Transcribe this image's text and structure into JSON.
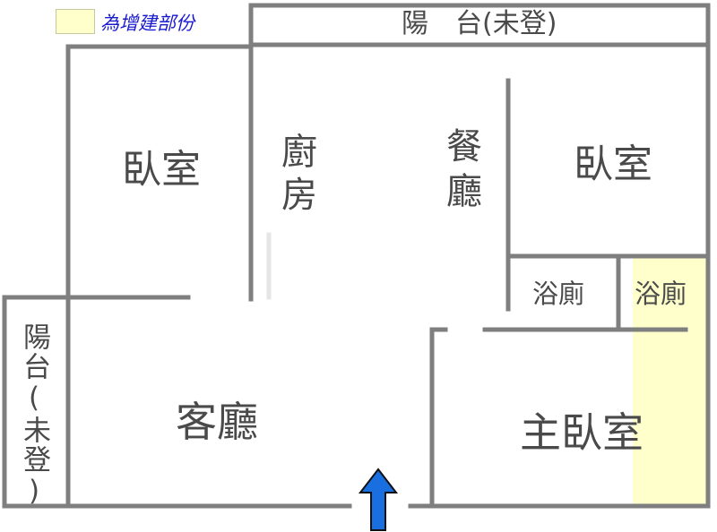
{
  "legend": {
    "swatch_color": "#ffffcc",
    "text": "為增建部份"
  },
  "rooms": {
    "balcony_top": "陽　台(未登)",
    "bedroom_left": "臥室",
    "kitchen": "廚房",
    "dining": "餐廳",
    "bedroom_right": "臥室",
    "bath_1": "浴廁",
    "bath_2": "浴廁",
    "balcony_left": "陽台(未登)",
    "living": "客廳",
    "master_bedroom": "主臥室"
  },
  "entrance_icon": "arrow-up-icon",
  "colors": {
    "wall": "#7f7f7f",
    "text": "#4a4a4a",
    "arrow": "#1a6fe0",
    "extension": "#ffffcc"
  }
}
